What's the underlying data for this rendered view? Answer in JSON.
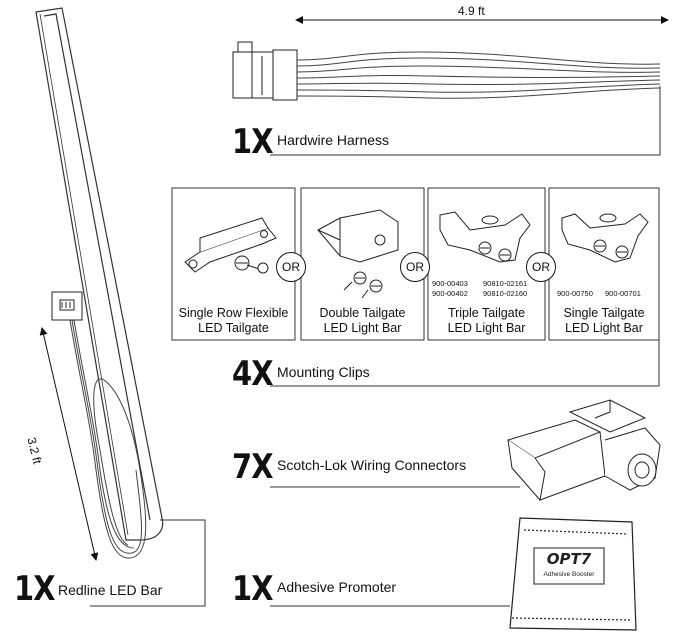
{
  "harness": {
    "length_label": "4.9 ft",
    "quantity": "1X",
    "name": "Hardwire Harness"
  },
  "mounting": {
    "quantity": "4X",
    "name": "Mounting Clips",
    "or_label": "OR",
    "clips": [
      {
        "caption_line1": "Single Row Flexible",
        "caption_line2": "LED Tailgate",
        "part_numbers_left": [],
        "part_numbers_right": []
      },
      {
        "caption_line1": "Double Tailgate",
        "caption_line2": "LED Light Bar",
        "part_numbers_left": [],
        "part_numbers_right": []
      },
      {
        "caption_line1": "Triple Tailgate",
        "caption_line2": "LED Light Bar",
        "part_numbers_left": [
          "900-00403",
          "900-00402"
        ],
        "part_numbers_right": [
          "90810-02161",
          "90810-02160"
        ]
      },
      {
        "caption_line1": "Single Tailgate",
        "caption_line2": "LED Light Bar",
        "part_numbers_left": [
          "900-00750"
        ],
        "part_numbers_right": [
          "900-00701"
        ]
      }
    ]
  },
  "connectors": {
    "quantity": "7X",
    "name": "Scotch-Lok Wiring Connectors"
  },
  "ledbar": {
    "quantity": "1X",
    "name": "Redline LED Bar",
    "length_label": "3.2 ft"
  },
  "promoter": {
    "quantity": "1X",
    "name": "Adhesive Promoter",
    "brand": "OPT7",
    "packet_text": "Adhesive Booster"
  }
}
